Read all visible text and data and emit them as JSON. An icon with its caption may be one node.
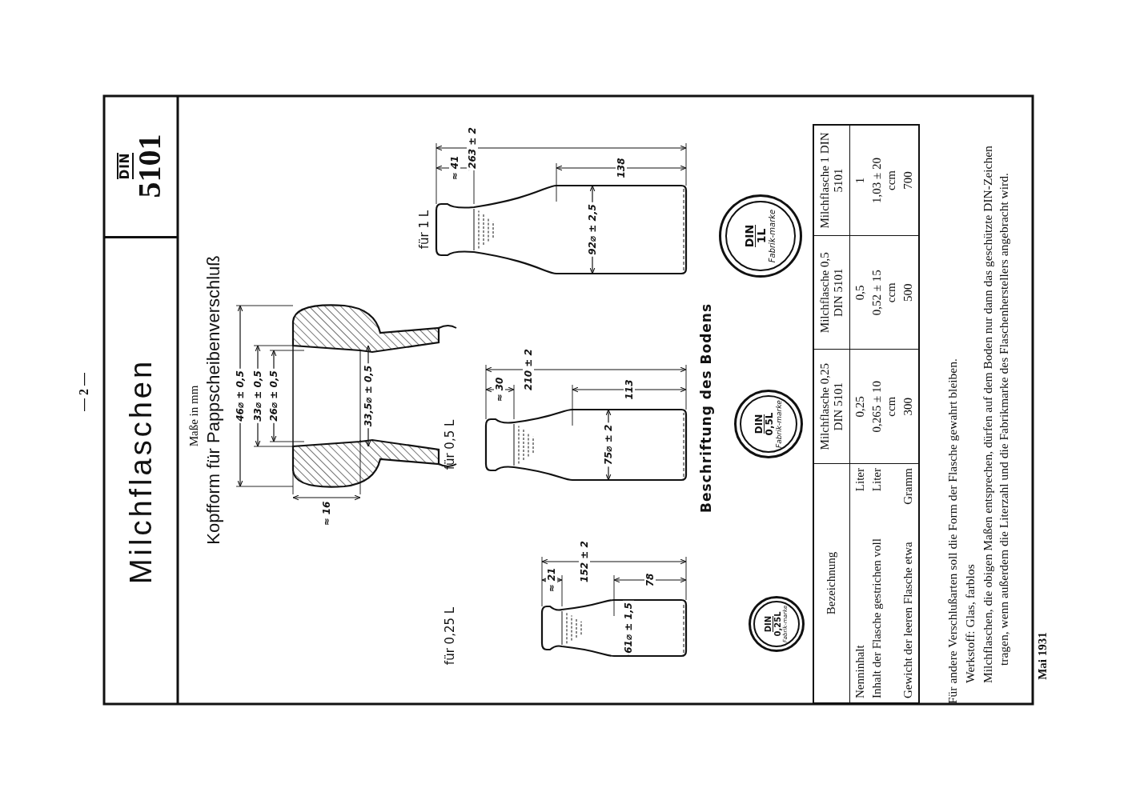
{
  "diagram": {
    "nodes": [
      {
        "text": [
          "Milchflaschen"
        ]
      },
      {
        "text": [
          "DIN",
          "5101"
        ]
      },
      {
        "text": [
          "DIN",
          "0,25L",
          "Fabrik-marke"
        ]
      },
      {
        "text": [
          "DIN",
          "0,5L",
          "Fabrik-marke"
        ]
      },
      {
        "text": [
          "DIN",
          "1L",
          "Fabrik-marke"
        ]
      }
    ],
    "labels": [
      "— 2 —",
      "Maße in mm",
      "Kopfform für Pappscheibenverschluß",
      "46⌀ ± 0,5",
      "33⌀ ± 0,5",
      "26⌀ ± 0,5",
      "33,5⌀ ± 0,5",
      "≈ 16",
      "für 1 L",
      "263 ± 2",
      "138",
      "≈ 41",
      "92⌀ ± 2,5",
      "für 0,5 L",
      "210 ± 2",
      "113",
      "≈ 30",
      "75⌀ ± 2",
      "für 0,25 L",
      "152 ± 2",
      "78",
      "≈ 21",
      "61⌀ ± 1,5",
      "Beschriftung des Bodens",
      "Bezeichnung",
      "Milchflasche 0,25 DIN 5101",
      "Milchflasche 0,5 DIN 5101",
      "Milchflasche 1 DIN 5101",
      "Nenninhalt",
      "Liter",
      "0,25",
      "0,5",
      "1",
      "Inhalt der Flasche gestrichen voll",
      "Liter",
      "0,265 ± 10 ccm",
      "0,52 ± 15 ccm",
      "1,03 ± 20 ccm",
      "Gewicht der leeren Flasche etwa",
      "Gramm",
      "300",
      "500",
      "700",
      "Für andere Verschlußarten soll die Form der Flasche gewahrt bleiben.",
      "Werkstoff: Glas, farblos",
      "Milchflaschen, die obigen Maßen entsprechen, dürfen auf dem Boden nur dann das geschützte DIN-Zeichen tragen, wenn außerdem die Literzahl und die Fabrikmarke des Flaschenherstellers angebracht wird.",
      "Mai 1931"
    ]
  }
}
